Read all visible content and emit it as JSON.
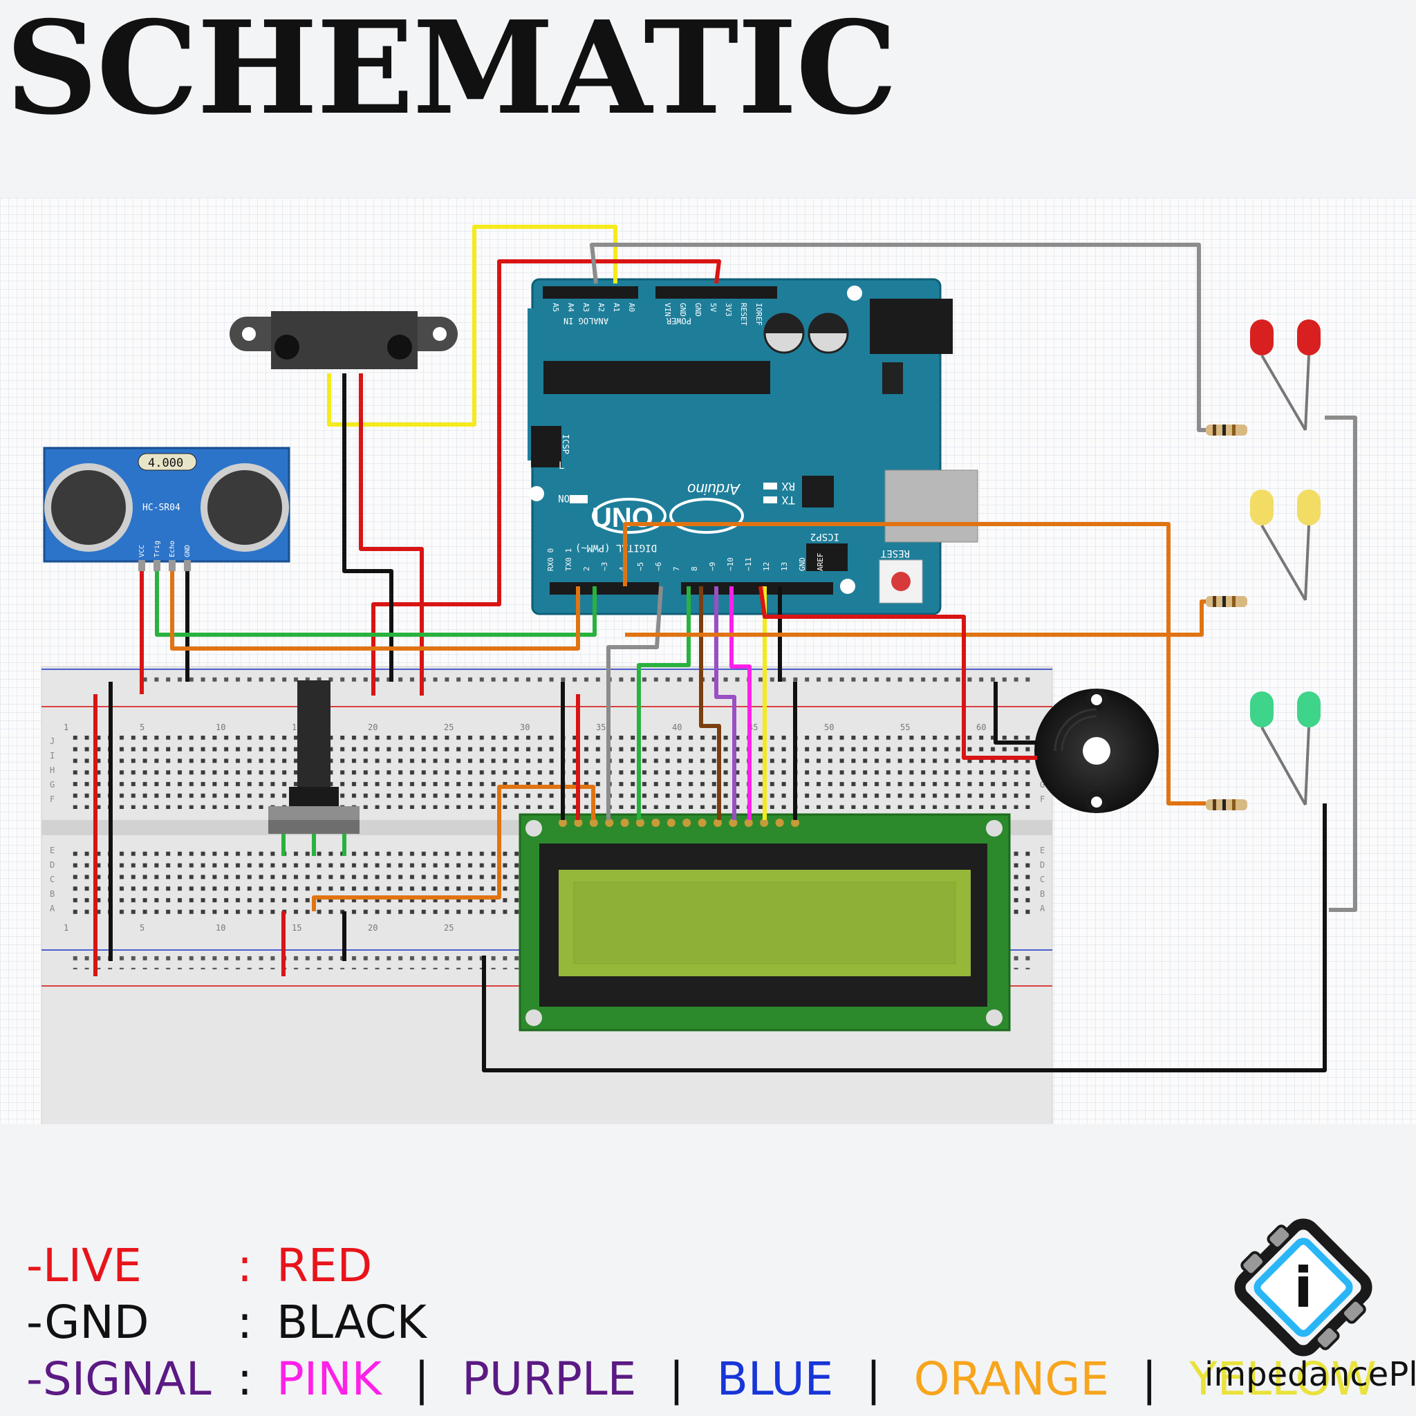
{
  "title": "SCHEMATIC",
  "board": {
    "name": "UNO",
    "brand": "Arduino",
    "analog_label": "ANALOG IN",
    "analog_pins": [
      "A5",
      "A4",
      "A3",
      "A2",
      "A1",
      "A0"
    ],
    "power_label": "POWER",
    "power_pins": [
      "VIN",
      "GND",
      "GND",
      "5V",
      "3V3",
      "RESET",
      "IOREF"
    ],
    "digital_label": "DIGITAL (PWM~)",
    "digital_pins": [
      "RX0 0",
      "TX0 1",
      "2",
      "~3",
      "4",
      "~5",
      "~6",
      "7",
      "8",
      "~9",
      "~10",
      "~11",
      "12",
      "13",
      "GND",
      "AREF"
    ],
    "on_label": "ON",
    "rx_label": "RX",
    "tx_label": "TX",
    "icsp_label": "ICSP",
    "icsp2_label": "ICSP2",
    "reset_label": "RESET",
    "l_label": "L"
  },
  "ultrasonic": {
    "model": "HC-SR04",
    "display": "4.000",
    "pins": [
      "VCC",
      "Trig",
      "Echo",
      "GND"
    ]
  },
  "breadboard": {
    "column_numbers": [
      "1",
      "5",
      "10",
      "15",
      "20",
      "25",
      "30",
      "35",
      "40",
      "45",
      "50",
      "55",
      "60"
    ],
    "row_letters_top": [
      "J",
      "I",
      "H",
      "G",
      "F"
    ],
    "row_letters_bottom": [
      "E",
      "D",
      "C",
      "B",
      "A"
    ]
  },
  "legend": {
    "live_label": "-LIVE",
    "live_value": "RED",
    "live_color": "#e8141b",
    "gnd_label": "-GND",
    "gnd_value": "BLACK",
    "signal_label": "-SIGNAL",
    "separator": ":",
    "pipe": "|",
    "signals": [
      {
        "name": "PINK",
        "color": "#ff20e8"
      },
      {
        "name": "PURPLE",
        "color": "#5b1a83"
      },
      {
        "name": "BLUE",
        "color": "#1736d8"
      },
      {
        "name": "ORANGE",
        "color": "#f7a51d"
      },
      {
        "name": "YELLOW",
        "color": "#e8e23a"
      }
    ]
  },
  "brand": "impedancePlus",
  "logo_letter": "i"
}
